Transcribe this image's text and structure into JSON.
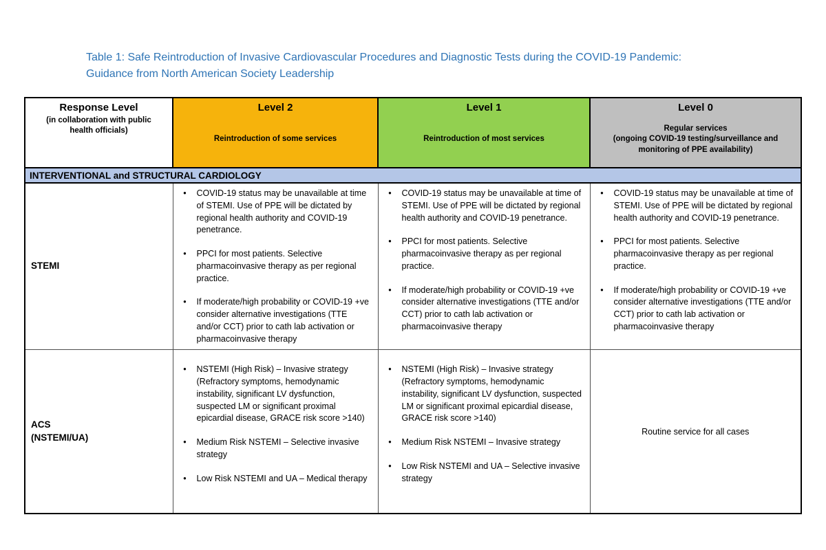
{
  "bullet_glyph": "•",
  "title": {
    "text": "Table 1: Safe Reintroduction of Invasive Cardiovascular Procedures and Diagnostic Tests during the COVID-19 Pandemic: Guidance from North American Society Leadership",
    "color": "#2E74B5"
  },
  "table": {
    "header": {
      "response_level": {
        "title": "Response Level",
        "subtitle": "(in collaboration with public health officials)",
        "bg": "#FFFFFF"
      },
      "levels": [
        {
          "title": "Level 2",
          "subtitle": "Reintroduction of some services",
          "bg": "#F6B30C"
        },
        {
          "title": "Level 1",
          "subtitle": "Reintroduction of most services",
          "bg": "#92D050"
        },
        {
          "title": "Level 0",
          "subtitle": "Regular services",
          "subtitle2": "(ongoing COVID-19 testing/surveillance and monitoring of PPE availability)",
          "bg": "#BFBFBF"
        }
      ]
    },
    "section": {
      "label": "INTERVENTIONAL and STRUCTURAL CARDIOLOGY",
      "bg": "#B4C6E7"
    },
    "rows": [
      {
        "label": "STEMI",
        "cells": [
          {
            "items": [
              "COVID-19 status may be unavailable at time of STEMI. Use of PPE will be dictated by regional health authority and COVID-19 penetrance.",
              "PPCI for most patients. Selective pharmacoinvasive therapy as per regional practice.",
              "If moderate/high probability or COVID-19 +ve consider alternative investigations (TTE and/or CCT) prior to cath lab activation or pharmacoinvasive therapy"
            ]
          },
          {
            "items": [
              "COVID-19 status may be unavailable at time of STEMI. Use of PPE will be dictated by regional health authority and COVID-19 penetrance.",
              "PPCI for most patients. Selective pharmacoinvasive therapy as per regional practice.",
              "If moderate/high probability or COVID-19 +ve consider alternative investigations (TTE and/or CCT) prior to cath lab activation or pharmacoinvasive therapy"
            ]
          },
          {
            "items": [
              "COVID-19 status may be unavailable at time of STEMI. Use of PPE will be dictated by regional health authority and COVID-19 penetrance.",
              "PPCI for most patients. Selective pharmacoinvasive therapy as per regional practice.",
              "If moderate/high probability or COVID-19 +ve consider alternative investigations (TTE and/or CCT) prior to cath lab activation or pharmacoinvasive therapy"
            ]
          }
        ]
      },
      {
        "label": "ACS\n(NSTEMI/UA)",
        "cells": [
          {
            "items": [
              "NSTEMI (High Risk) – Invasive strategy (Refractory symptoms, hemodynamic instability, significant LV dysfunction, suspected LM or significant proximal epicardial disease, GRACE risk score >140)",
              "Medium Risk NSTEMI – Selective invasive strategy",
              "Low Risk NSTEMI and UA – Medical therapy"
            ]
          },
          {
            "items": [
              "NSTEMI (High Risk) – Invasive strategy (Refractory symptoms, hemodynamic instability, significant LV dysfunction, suspected LM or significant proximal epicardial disease, GRACE risk score >140)",
              "Medium Risk NSTEMI – Invasive strategy",
              "Low Risk NSTEMI and UA – Selective invasive strategy"
            ]
          },
          {
            "text": "Routine service for all cases"
          }
        ]
      }
    ]
  }
}
